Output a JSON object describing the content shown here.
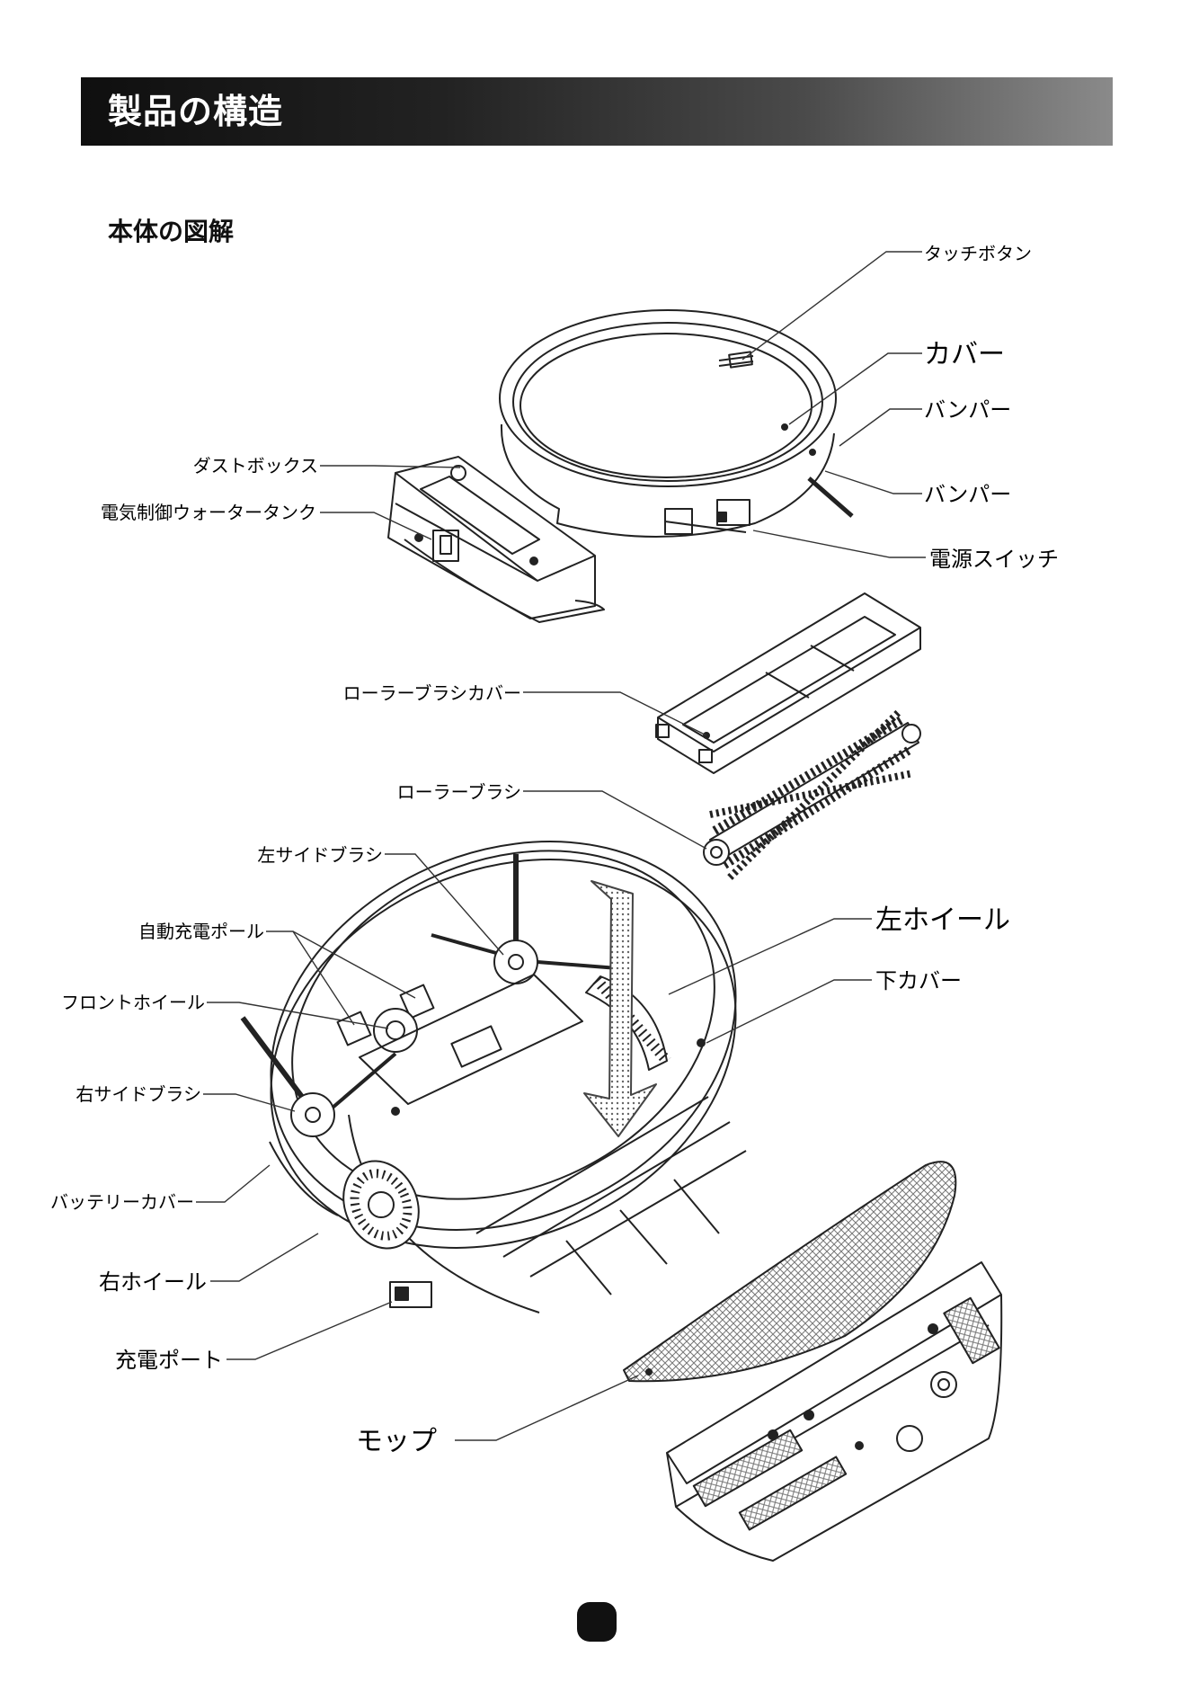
{
  "header": {
    "title": "製品の構造"
  },
  "section": {
    "title": "本体の図解"
  },
  "labels": {
    "touch_button": "タッチボタン",
    "cover": "カバー",
    "bumper_upper": "バンパー",
    "bumper_lower": "バンパー",
    "power_switch": "電源スイッチ",
    "dust_box": "ダストボックス",
    "water_tank": "電気制御ウォータータンク",
    "roller_brush_cover": "ローラーブラシカバー",
    "roller_brush": "ローラーブラシ",
    "left_side_brush": "左サイドブラシ",
    "auto_charge_pole": "自動充電ポール",
    "front_wheel": "フロントホイール",
    "right_side_brush": "右サイドブラシ",
    "battery_cover": "バッテリーカバー",
    "right_wheel": "右ホイール",
    "charge_port": "充電ポート",
    "left_wheel": "左ホイール",
    "bottom_cover": "下カバー",
    "mop": "モップ"
  }
}
